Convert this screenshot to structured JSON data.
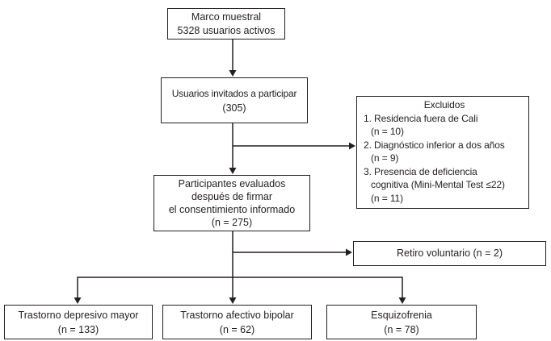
{
  "boxes": {
    "sampling_frame": {
      "lines": [
        "Marco muestral",
        "5328 usuarios activos"
      ]
    },
    "invited": {
      "lines": [
        "Usuarios invitados a participar",
        "(305)"
      ]
    },
    "excluded": {
      "title": "Excluidos",
      "lines": [
        "1. Residencia fuera de Cali",
        "(n = 10)",
        "2. Diagnóstico inferior a dos años",
        "(n = 9)",
        "3. Presencia de deficiencia",
        "cognitiva (Mini-Mental Test ≤22)",
        "(n = 11)"
      ]
    },
    "evaluated": {
      "lines": [
        "Participantes evaluados",
        "después de firmar",
        "el consentimiento informado",
        "(n = 275)"
      ]
    },
    "withdrawal": {
      "lines": [
        "Retiro voluntario (n = 2)"
      ]
    },
    "groups": [
      {
        "name": "Trastorno depresivo mayor",
        "n": "(n = 133)"
      },
      {
        "name": "Trastorno afectivo bipolar",
        "n": "(n = 62)"
      },
      {
        "name": "Esquizofrenia",
        "n": "(n = 78)"
      }
    ]
  },
  "colors": {
    "line": "#231f20",
    "background": "#ffffff",
    "box_fill": "#ffffff"
  }
}
